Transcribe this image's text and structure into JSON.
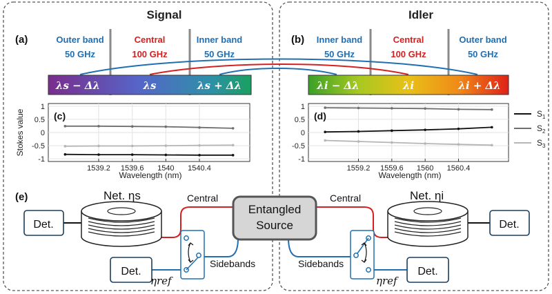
{
  "signal": {
    "title": "Signal",
    "panel_label": "(a)",
    "bands": [
      {
        "name": "Outer band",
        "freq": "50 GHz",
        "color": "#1f6fb2"
      },
      {
        "name": "Central",
        "freq": "100 GHz",
        "color": "#d42020"
      },
      {
        "name": "Inner band",
        "freq": "50 GHz",
        "color": "#1f6fb2"
      }
    ],
    "bar_labels": [
      "λs − Δλ",
      "λs",
      "λs + Δλ"
    ]
  },
  "idler": {
    "title": "Idler",
    "panel_label": "(b)",
    "bands": [
      {
        "name": "Inner band",
        "freq": "50 GHz",
        "color": "#1f6fb2"
      },
      {
        "name": "Central",
        "freq": "100 GHz",
        "color": "#d42020"
      },
      {
        "name": "Outer band",
        "freq": "50 GHz",
        "color": "#1f6fb2"
      }
    ],
    "bar_labels": [
      "λi − Δλ",
      "λi",
      "λi + Δλ"
    ]
  },
  "chart_data": [
    {
      "type": "line",
      "panel_label": "(c)",
      "xlabel": "Wavelength (nm)",
      "ylabel": "Stokes value",
      "xlim": [
        1538.6,
        1541.0
      ],
      "ylim": [
        -1.1,
        1.1
      ],
      "xticks": [
        "1539.2",
        "1539.6",
        "1540",
        "1540.4"
      ],
      "yticks": [
        "1",
        "0.5",
        "0",
        "-0.5",
        "-1"
      ],
      "x": [
        1538.8,
        1539.2,
        1539.6,
        1540.0,
        1540.4,
        1540.8
      ],
      "series": [
        {
          "name": "S1",
          "color": "#111111",
          "values": [
            -0.83,
            -0.84,
            -0.84,
            -0.85,
            -0.86,
            -0.86
          ]
        },
        {
          "name": "S2",
          "color": "#6e6e6e",
          "values": [
            0.24,
            0.24,
            0.23,
            0.22,
            0.19,
            0.16
          ]
        },
        {
          "name": "S3",
          "color": "#b5b5b5",
          "values": [
            -0.52,
            -0.51,
            -0.51,
            -0.5,
            -0.49,
            -0.48
          ]
        }
      ]
    },
    {
      "type": "line",
      "panel_label": "(d)",
      "xlabel": "Wavelength (nm)",
      "ylabel": "",
      "xlim": [
        1558.6,
        1561.0
      ],
      "ylim": [
        -1.1,
        1.1
      ],
      "xticks": [
        "1559.2",
        "1559.6",
        "1560",
        "1560.4"
      ],
      "yticks": [
        "1",
        "0.5",
        "0",
        "-0.5",
        "-1"
      ],
      "x": [
        1558.8,
        1559.2,
        1559.6,
        1560.0,
        1560.4,
        1560.8
      ],
      "series": [
        {
          "name": "S1",
          "color": "#111111",
          "values": [
            0.02,
            0.04,
            0.07,
            0.1,
            0.14,
            0.2
          ]
        },
        {
          "name": "S2",
          "color": "#6e6e6e",
          "values": [
            0.94,
            0.93,
            0.92,
            0.91,
            0.88,
            0.87
          ]
        },
        {
          "name": "S3",
          "color": "#b5b5b5",
          "values": [
            -0.3,
            -0.34,
            -0.38,
            -0.42,
            -0.45,
            -0.48
          ]
        }
      ]
    }
  ],
  "legend": [
    "S",
    "S",
    "S"
  ],
  "legend_subs": [
    "1",
    "2",
    "3"
  ],
  "setup": {
    "panel_label": "(e)",
    "det": "Det.",
    "central": "Central",
    "sidebands": "Sidebands",
    "source_line1": "Entangled",
    "source_line2": "Source",
    "net_s": "Net. ηs",
    "net_i": "Net. ηi",
    "eta_ref": "ηref"
  }
}
